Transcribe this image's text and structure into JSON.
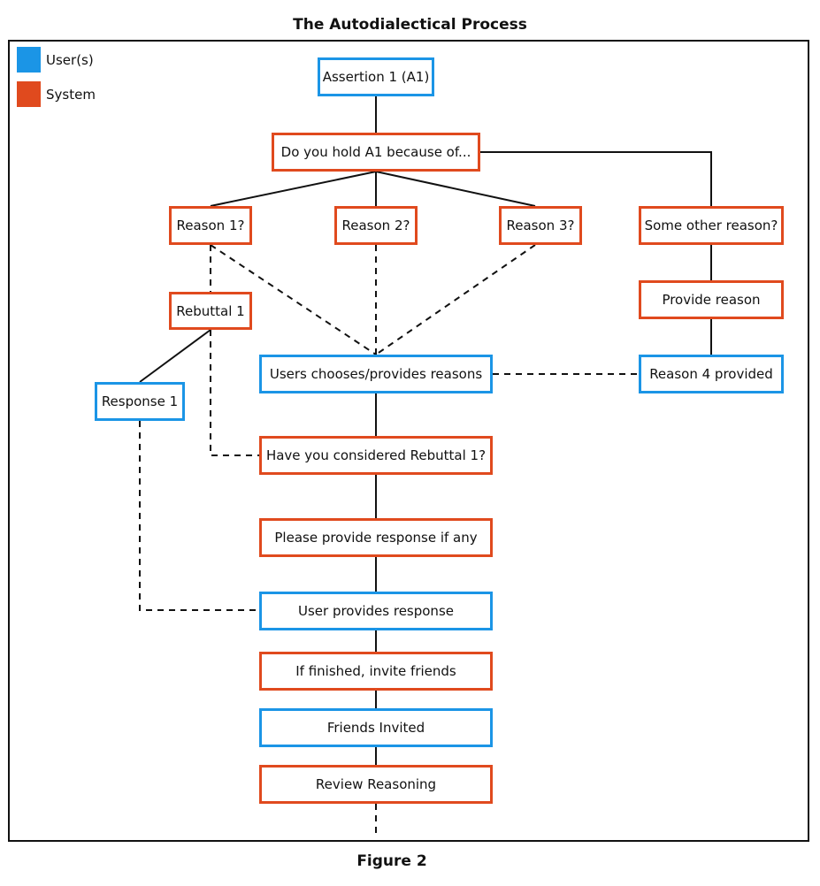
{
  "title": "The Autodialectical Process",
  "caption": "Figure 2",
  "legend": {
    "user_label": "User(s)",
    "system_label": "System",
    "user_color": "#1b95e6",
    "system_color": "#e04a1e"
  },
  "nodes": {
    "assertion": "Assertion 1 (A1)",
    "hold_question": "Do you hold A1 because of...",
    "reason1": "Reason 1?",
    "reason2": "Reason 2?",
    "reason3": "Reason 3?",
    "other_reason": "Some other reason?",
    "provide_reason": "Provide reason",
    "rebuttal1": "Rebuttal 1",
    "response1": "Response 1",
    "users_choose": "Users chooses/provides reasons",
    "reason4": "Reason 4 provided",
    "considered_rebuttal": "Have you considered Rebuttal 1?",
    "provide_response": "Please provide response if any",
    "user_response": "User provides response",
    "invite_friends": "If finished, invite friends",
    "friends_invited": "Friends Invited",
    "review_reasoning": "Review Reasoning"
  }
}
